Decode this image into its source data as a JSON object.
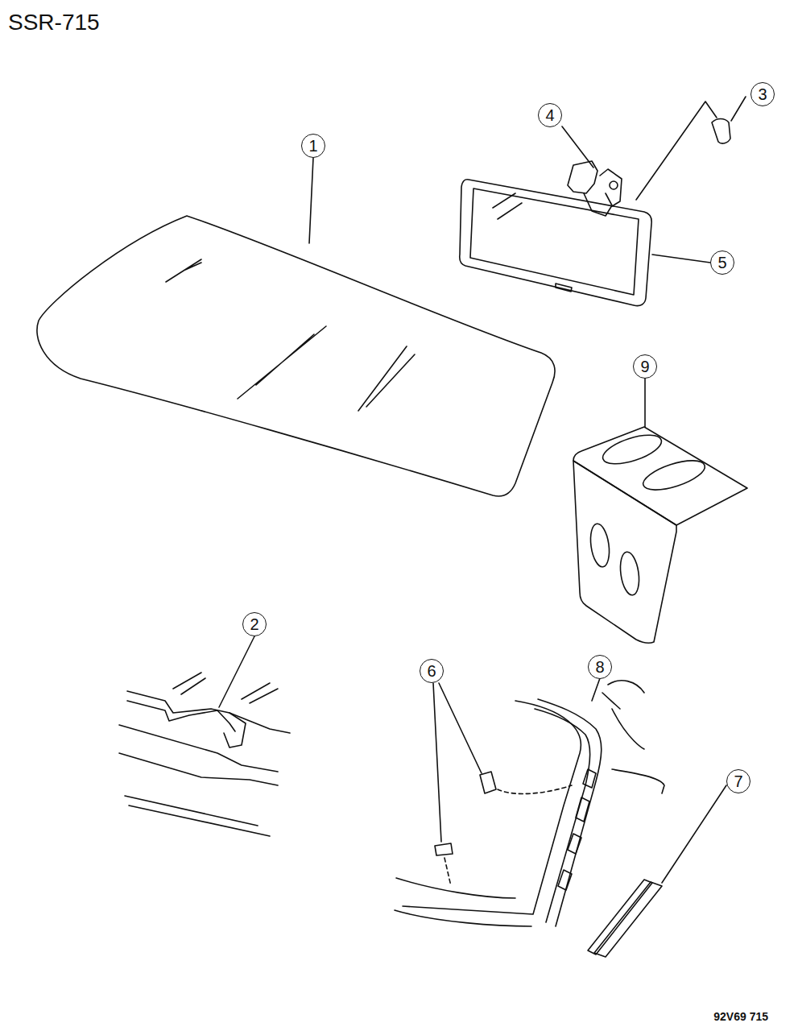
{
  "diagram": {
    "labels": [
      "SSR-715",
      "1",
      "3",
      "4",
      "5",
      "9",
      "2",
      "8",
      "6",
      "7",
      "92V69 715"
    ]
  }
}
